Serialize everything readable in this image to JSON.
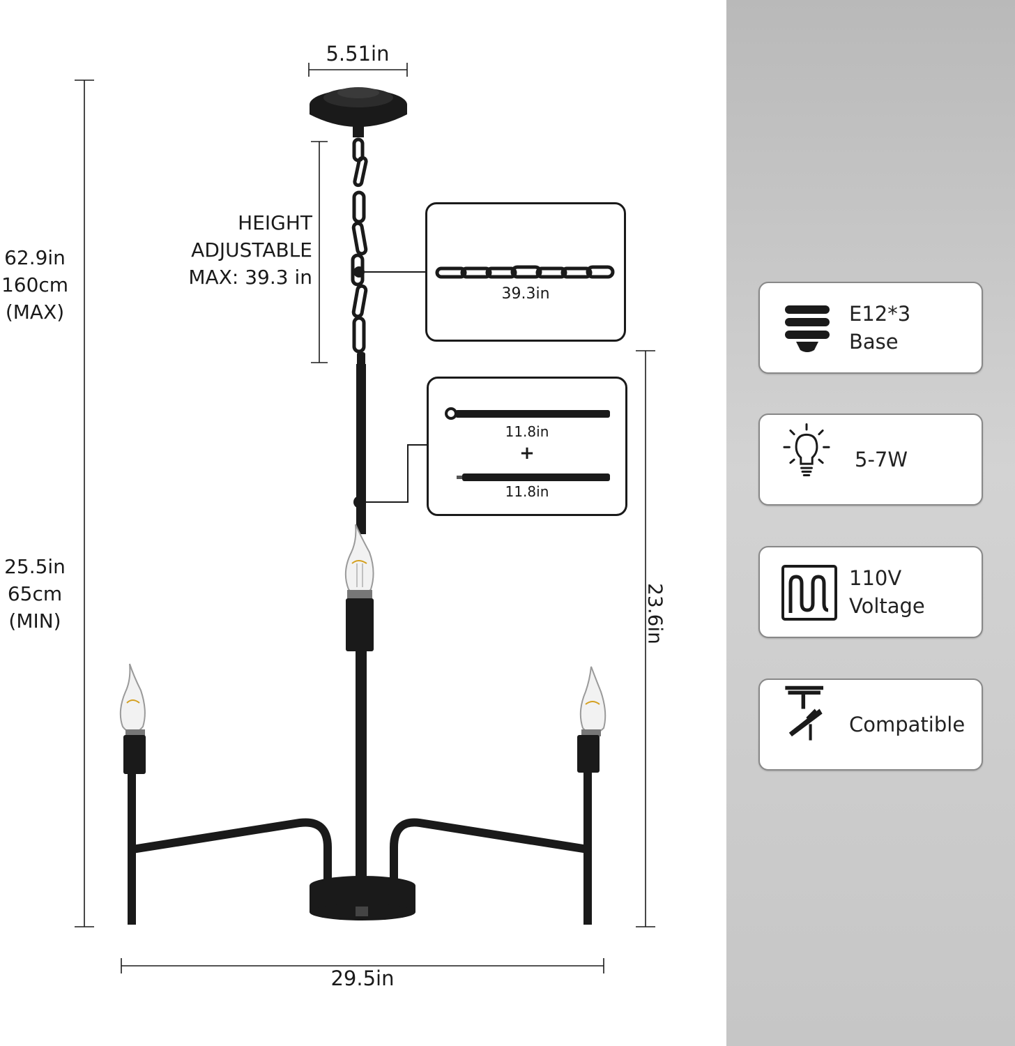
{
  "dimensions": {
    "canopy_width": "5.51in",
    "height_adjustable": [
      "HEIGHT",
      "ADJUSTABLE",
      "MAX:  39.3 in"
    ],
    "max_height": [
      "62.9in",
      "160cm",
      "(MAX)"
    ],
    "min_height": [
      "25.5in",
      "65cm",
      "(MIN)"
    ],
    "overall_width": "29.5in",
    "body_height": "23.6in"
  },
  "chain_detail": {
    "length": "39.3in"
  },
  "rod_detail": {
    "rod1": "11.8in",
    "plus": "+",
    "rod2": "11.8in"
  },
  "specs": [
    {
      "icon": "bulb-base-icon",
      "line1": "E12*3",
      "line2": "Base"
    },
    {
      "icon": "light-bulb-icon",
      "line1": "5-7W",
      "line2": ""
    },
    {
      "icon": "voltage-icon",
      "line1": "110V",
      "line2": "Voltage"
    },
    {
      "icon": "slope-compatible-icon",
      "line1": "Compatible",
      "line2": ""
    }
  ],
  "colors": {
    "fixture": "#1a1a1a",
    "panel": "#c4c4c4"
  }
}
